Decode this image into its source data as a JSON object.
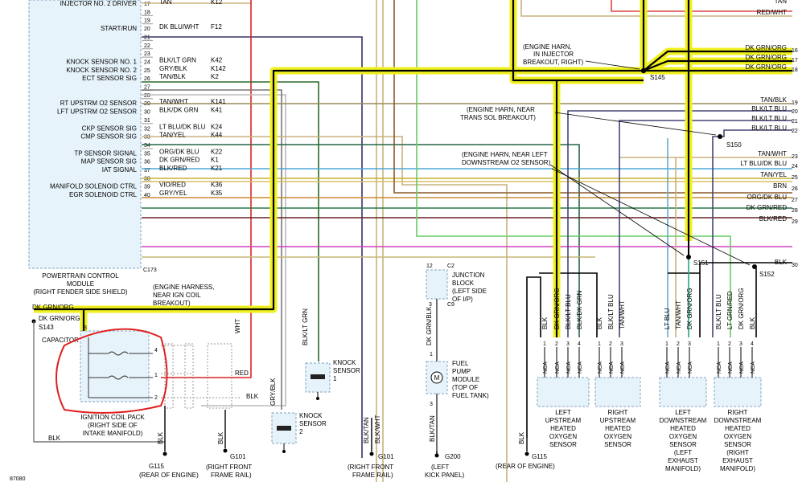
{
  "pcm": {
    "pins": [
      {
        "label": "INJECTOR NO. 2 DRIVER",
        "pin": "17",
        "wire": "TAN",
        "circuit": "K12"
      },
      {
        "label": "START/RUN",
        "pin": "20",
        "wire": "DK BLU/WHT",
        "circuit": "F12"
      },
      {
        "label": "KNOCK SENSOR NO. 1",
        "pin": "24",
        "wire": "BLK/LT GRN",
        "circuit": "K42"
      },
      {
        "label": "KNOCK SENSOR NO. 2",
        "pin": "25",
        "wire": "GRY/BLK",
        "circuit": "K142"
      },
      {
        "label": "ECT SENSOR SIG",
        "pin": "26",
        "wire": "TAN/BLK",
        "circuit": "K2"
      },
      {
        "label": "RT UPSTRM O2 SENSOR",
        "pin": "29",
        "wire": "TAN/WHT",
        "circuit": "K141"
      },
      {
        "label": "LFT UPSTRM O2 SENSOR",
        "pin": "30",
        "wire": "BLK/DK GRN",
        "circuit": "K41"
      },
      {
        "label": "CKP SENSOR SIG",
        "pin": "32",
        "wire": "LT BLU/DK BLU",
        "circuit": "K24"
      },
      {
        "label": "CMP SENSOR SIG",
        "pin": "33",
        "wire": "TAN/YEL",
        "circuit": "K44"
      },
      {
        "label": "TP SENSOR SIGNAL",
        "pin": "35",
        "wire": "ORG/DK BLU",
        "circuit": "K22"
      },
      {
        "label": "MAP SENSOR SIG",
        "pin": "36",
        "wire": "DK GRN/RED",
        "circuit": "K1"
      },
      {
        "label": "IAT SIGNAL",
        "pin": "37",
        "wire": "BLK/RED",
        "circuit": "K21"
      },
      {
        "label": "MANIFOLD SOLENOID CTRL",
        "pin": "39",
        "wire": "VIO/RED",
        "circuit": "K36"
      },
      {
        "label": "EGR SOLENOID CTRL",
        "pin": "40",
        "wire": "GRY/YEL",
        "circuit": "K35"
      }
    ],
    "empty_pins": [
      "18",
      "19",
      "21",
      "22",
      "23",
      "27",
      "28",
      "31",
      "34",
      "38"
    ],
    "connector": "C173",
    "name_lines": [
      "POWERTRAIN CONTROL",
      "MODULE",
      "(RIGHT FENDER SIDE SHIELD)"
    ]
  },
  "right_pins": [
    {
      "pin": "",
      "wire": "TAN"
    },
    {
      "pin": "",
      "wire": "RED/WHT"
    },
    {
      "pin": "16",
      "wire": "DK GRN/ORG"
    },
    {
      "pin": "17",
      "wire": "DK GRN/ORG"
    },
    {
      "pin": "18",
      "wire": "DK GRN/ORG"
    },
    {
      "pin": "19",
      "wire": "TAN/BLK"
    },
    {
      "pin": "20",
      "wire": "BLK/LT BLU"
    },
    {
      "pin": "21",
      "wire": "BLK/LT BLU"
    },
    {
      "pin": "22",
      "wire": "BLK/LT BLU"
    },
    {
      "pin": "23",
      "wire": "TAN/WHT"
    },
    {
      "pin": "24",
      "wire": "LT BLU/DK BLU"
    },
    {
      "pin": "25",
      "wire": "TAN/YEL"
    },
    {
      "pin": "26",
      "wire": "BRN"
    },
    {
      "pin": "27",
      "wire": "ORG/DK BLU"
    },
    {
      "pin": "28",
      "wire": "DK GRN/RED"
    },
    {
      "pin": "29",
      "wire": "BLK/RED"
    },
    {
      "pin": "30",
      "wire": "BLK"
    }
  ],
  "splices": {
    "s145": "S145",
    "s150": "S150",
    "s151": "S151",
    "s152": "S152",
    "s143": "S143"
  },
  "callouts": {
    "injector_breakout": [
      "(ENGINE HARN,",
      "IN INJECTOR",
      "BREAKOUT, RIGHT)"
    ],
    "trans_sol": [
      "(ENGINE HARN, NEAR",
      "TRANS SOL BREAKOUT)"
    ],
    "downstream_o2": [
      "(ENGINE HARN, NEAR LEFT",
      "DOWNSTREAM O2 SENSOR)"
    ],
    "ign_coil_breakout": [
      "(ENGINE HARNESS,",
      "NEAR IGN COIL",
      "BREAKOUT)"
    ]
  },
  "coil": {
    "wires": [
      "DK GRN/ORG",
      "DK GRN/ORG",
      "WHT",
      "RED",
      "BLK",
      "BLK"
    ],
    "capacitor": "CAPACITOR",
    "pins": [
      "4",
      "1",
      "2",
      "3"
    ],
    "name_lines": [
      "IGNITION COIL PACK",
      "(RIGHT SIDE OF",
      "INTAKE MANIFOLD)"
    ]
  },
  "knock1": {
    "wire": "BLK/LT GRN",
    "name_lines": [
      "KNOCK",
      "SENSOR",
      "1"
    ]
  },
  "knock2": {
    "wire": "GRY/BLK",
    "name_lines": [
      "KNOCK",
      "SENSOR",
      "2"
    ]
  },
  "fuel_pump": {
    "connectors": [
      "C2",
      "C9"
    ],
    "pins": [
      "12",
      "3",
      "1",
      "3"
    ],
    "jb_lines": [
      "JUNCTION",
      "BLOCK",
      "(LEFT SIDE",
      "OF I/P)"
    ],
    "wires": [
      "DK GRN/BLK",
      "BLK/TAN"
    ],
    "motor": "M",
    "module_lines": [
      "FUEL",
      "PUMP",
      "MODULE",
      "(TOP OF",
      "FUEL TANK)"
    ]
  },
  "o2": [
    {
      "wires": [
        "BLK",
        "DK GRN/ORG",
        "BLK/LT BLU",
        "BLK/DK GRN"
      ],
      "name_lines": [
        "LEFT",
        "UPSTREAM",
        "HEATED",
        "OXYGEN",
        "SENSOR"
      ]
    },
    {
      "wires": [
        "BLK",
        "BLK/LT BLU",
        "TAN/WHT"
      ],
      "name_lines": [
        "RIGHT",
        "UPSTREAM",
        "HEATED",
        "OXYGEN",
        "SENSOR"
      ]
    },
    {
      "wires": [
        "LT BLU",
        "TAN/WHT",
        "DK GRN/ORG"
      ],
      "name_lines": [
        "LEFT",
        "DOWNSTREAM",
        "HEATED",
        "OXYGEN",
        "SENSOR",
        "(LEFT",
        "EXHAUST",
        "MANIFOLD)"
      ]
    },
    {
      "wires": [
        "BLK/LT BLU",
        "LT GRN/RED",
        "DK GRN/ORG",
        "BLK"
      ],
      "name_lines": [
        "RIGHT",
        "DOWNSTREAM",
        "HEATED",
        "OXYGEN",
        "SENSOR",
        "(RIGHT",
        "EXHAUST",
        "MANIFOLD)"
      ]
    }
  ],
  "o2_labels": {
    "nca": "NCA",
    "pins": [
      "1",
      "2",
      "3",
      "4"
    ]
  },
  "grounds": {
    "g115a": "G115",
    "g115a_loc": "(REAR OF ENGINE)",
    "g101a": "G101",
    "g101a_loc": [
      "(RIGHT FRONT",
      "FRAME RAIL)"
    ],
    "g101b": "G101",
    "g101b_loc": [
      "(RIGHT FRONT",
      "FRAME RAIL)"
    ],
    "g200": "G200",
    "g200_loc": [
      "(LEFT",
      "KICK PANEL)"
    ],
    "g115b": "G115",
    "g115b_loc": "(REAR OF ENGINE)",
    "blk": "BLK",
    "blk_tan": "BLK/TAN",
    "blk_wht": "BLK/WHT"
  },
  "footer_id": "87080"
}
